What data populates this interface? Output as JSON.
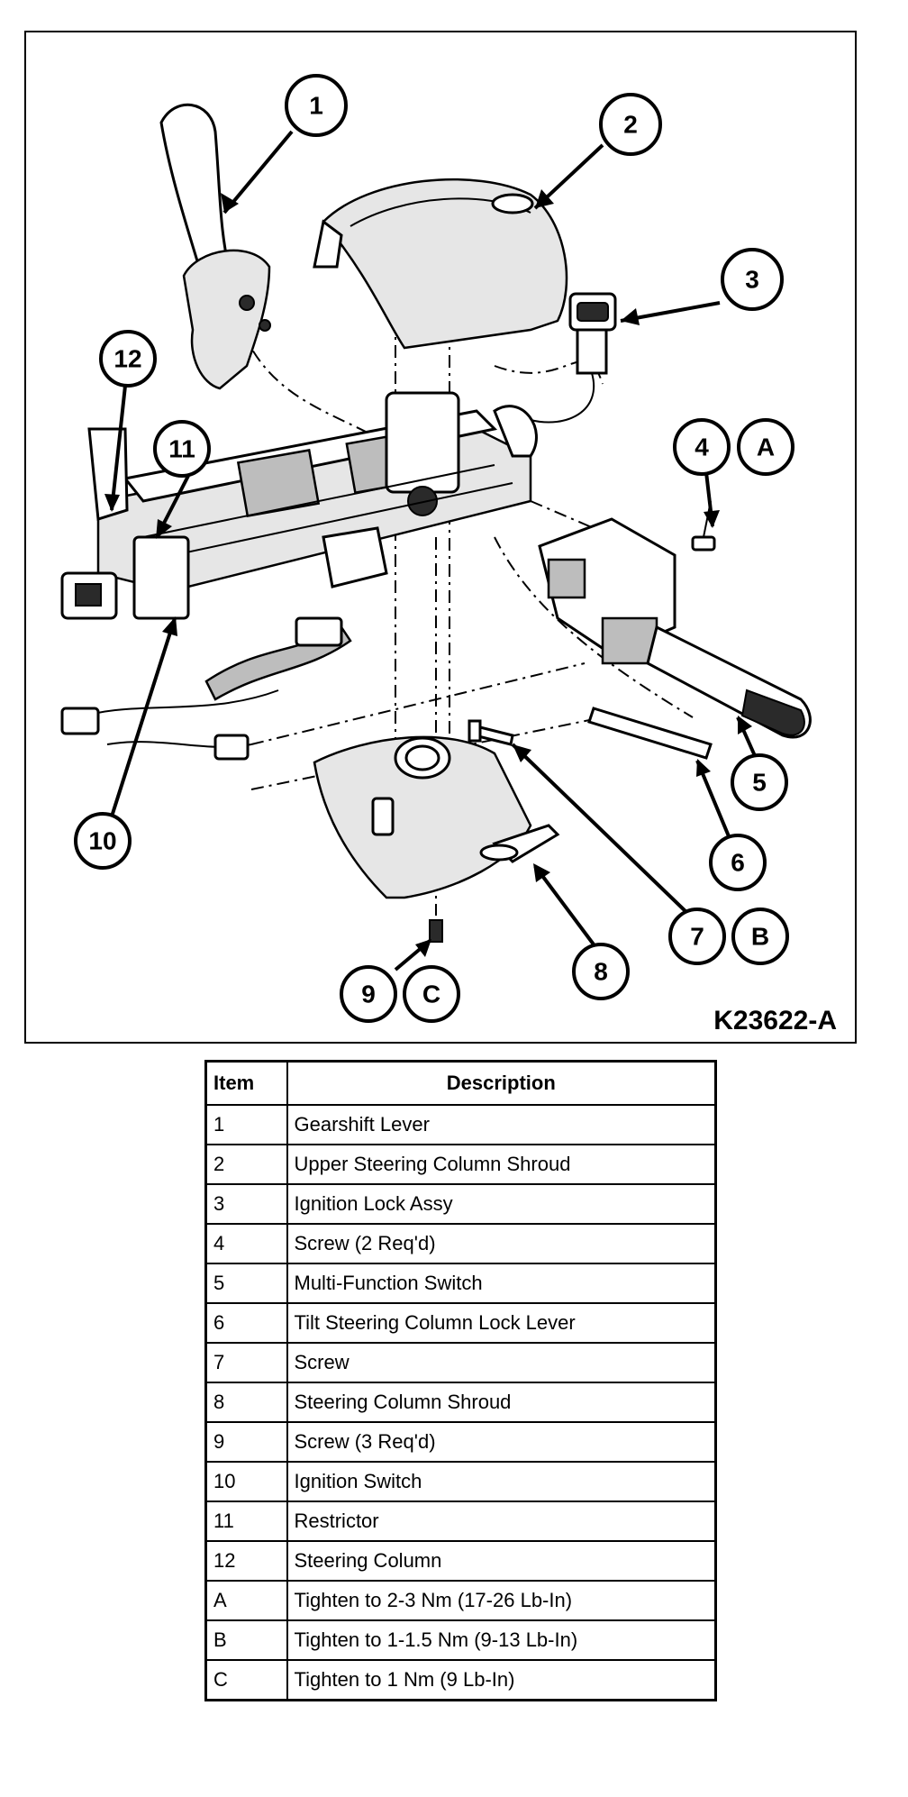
{
  "figure": {
    "code": "K23622-A",
    "callouts": [
      "1",
      "2",
      "3",
      "4",
      "A",
      "5",
      "6",
      "7",
      "B",
      "8",
      "9",
      "C",
      "10",
      "11",
      "12"
    ]
  },
  "legend": {
    "headers": {
      "item": "Item",
      "description": "Description"
    },
    "rows": [
      {
        "item": "1",
        "description": "Gearshift Lever"
      },
      {
        "item": "2",
        "description": "Upper Steering Column Shroud"
      },
      {
        "item": "3",
        "description": "Ignition Lock Assy"
      },
      {
        "item": "4",
        "description": "Screw (2 Req'd)"
      },
      {
        "item": "5",
        "description": "Multi-Function Switch"
      },
      {
        "item": "6",
        "description": "Tilt Steering Column Lock Lever"
      },
      {
        "item": "7",
        "description": "Screw"
      },
      {
        "item": "8",
        "description": "Steering Column Shroud"
      },
      {
        "item": "9",
        "description": "Screw (3 Req'd)"
      },
      {
        "item": "10",
        "description": "Ignition Switch"
      },
      {
        "item": "11",
        "description": "Restrictor"
      },
      {
        "item": "12",
        "description": "Steering Column"
      },
      {
        "item": "A",
        "description": "Tighten to 2-3 Nm (17-26 Lb-In)"
      },
      {
        "item": "B",
        "description": "Tighten to 1-1.5 Nm (9-13 Lb-In)"
      },
      {
        "item": "C",
        "description": "Tighten to 1 Nm (9 Lb-In)"
      }
    ]
  }
}
